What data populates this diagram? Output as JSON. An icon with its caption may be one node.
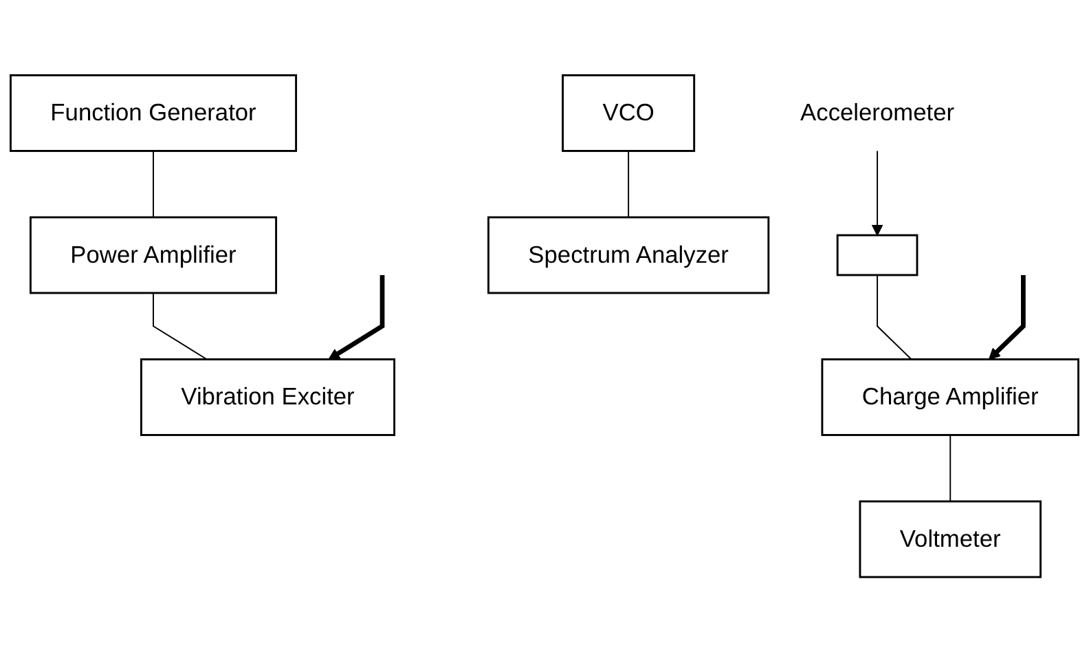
{
  "diagram": {
    "nodes": [
      {
        "text": [
          "Function Generator"
        ]
      },
      {
        "text": [
          "Power Amplifier"
        ]
      },
      {
        "text": [
          "Vibration Exciter"
        ]
      },
      {
        "text": [
          "VCO"
        ]
      },
      {
        "text": [
          "Accelerometer"
        ]
      },
      {
        "text": [],
        "shape": "box"
      },
      {
        "text": [
          "Charge Amplifier"
        ]
      },
      {
        "text": [
          "Voltmeter"
        ]
      },
      {
        "text": [
          "Spectrum Analyzer"
        ]
      }
    ],
    "edges": [
      {
        "from": 0,
        "to": 1,
        "arrow": "none"
      },
      {
        "from": 1,
        "to": 2,
        "arrow": "none"
      },
      {
        "from": 5,
        "to": 6,
        "arrow": "none"
      },
      {
        "from": 6,
        "to": 7,
        "arrow": "none"
      },
      {
        "from": 3,
        "to": 8,
        "arrow": "none"
      },
      {
        "from": 4,
        "to": 5,
        "arrow": "to"
      },
      {
        "from": null,
        "to": 6,
        "arrow": "to",
        "style": "thick"
      },
      {
        "from": null,
        "to": 2,
        "arrow": "to",
        "style": "thick"
      }
    ]
  }
}
